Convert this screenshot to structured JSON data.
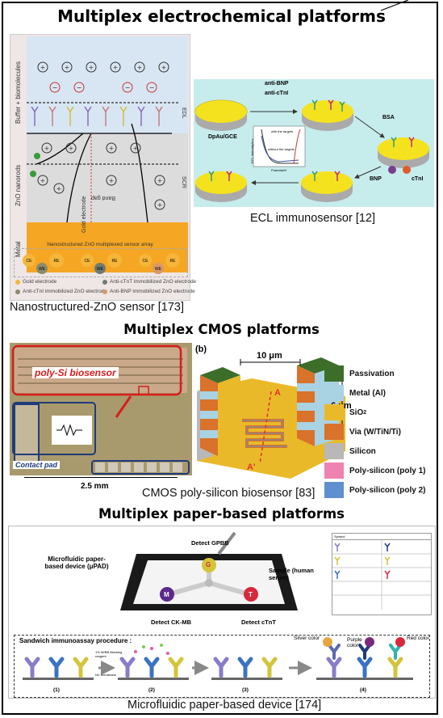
{
  "sections": {
    "electrochem_title": "Multiplex electrochemical platforms",
    "cmos_title": "Multiplex CMOS platforms",
    "paper_title": "Multiplex paper-based platforms"
  },
  "zno": {
    "caption": "Nanostructured-ZnO sensor [173]",
    "label_buffer": "Buffer + biomolecules",
    "label_zno": "ZnO nanorods",
    "label_metal": "Metal",
    "label_edl": "EDL",
    "label_scr": "SCR",
    "label_gold": "Gold electrode",
    "label_bandgap": "Band gap",
    "array_title": "Nanostructured ZnO multiplexed sensor array",
    "electrodes": [
      "CE",
      "WE",
      "RE"
    ],
    "legend": [
      "Gold electrode",
      "Anti-cTnT immobilized ZnO electrode",
      "Anti-cTnI immobilized ZnO electrode",
      "Anti-BNP immobilized ZnO electrode"
    ],
    "colors": {
      "bg": "#efe6e6",
      "metal": "#f5a623",
      "zno": "#dcdcdc",
      "buffer": "#d8e6f3"
    }
  },
  "ecl": {
    "caption": "ECL immunosensor [12]",
    "label_electrode": "DpAu/GCE",
    "label_anti_bnp": "anti-BNP",
    "label_anti_ctni": "anti-cTnI",
    "label_bsa": "BSA",
    "label_bnp": "BNP",
    "label_ctni": "cTnI",
    "plot_with": "with the targets",
    "plot_without": "without the targets",
    "plot_xlabel": "Potential/V",
    "plot_ylabel": "ECL Intensity/a.u.",
    "colors": {
      "bg": "#c7ecec",
      "disk": "#f4e21f"
    }
  },
  "cmos": {
    "caption": "CMOS poly-silicon biosensor [83]",
    "label_biosensor": "poly-Si biosensor",
    "label_pad": "Contact pad",
    "scale": "2.5 mm",
    "panel": "(b)",
    "dim_width": "10 μm",
    "dim_height": "6 μm",
    "cut_a": "A",
    "cut_a2": "A'",
    "legend": [
      {
        "label": "Passivation",
        "color": "#3c6e2a"
      },
      {
        "label": "Metal (Al)",
        "color": "#a9d2e3"
      },
      {
        "label": "SiO",
        "sub": "2",
        "color": "#eab92a"
      },
      {
        "label": "Via (W/TiN/Ti)",
        "color": "#d9722a"
      },
      {
        "label": "Silicon",
        "color": "#b8b8b8"
      },
      {
        "label": "Poly-silicon  (poly 1)",
        "color": "#ee82b0"
      },
      {
        "label": "Poly-silicon  (poly 2)",
        "color": "#5e8fce"
      }
    ]
  },
  "paper": {
    "caption": "Microfluidic paper-based device [174]",
    "device_label": "Microfluidic paper-based device (μPAD)",
    "detect_gpbb": "Detect GPBB",
    "detect_ckmb": "Detect CK-MB",
    "detect_ctnt": "Detect cTnT",
    "sample": "Sample (human serum)",
    "zones": [
      "G",
      "M",
      "T"
    ],
    "procedure_title": "Sandwich immunoassay procedure :",
    "steps": [
      "(1)",
      "(2)",
      "(3)",
      "(4)"
    ],
    "blocking": "1% W/BB Blocking reagent",
    "membrane": "NC membrane",
    "colors_out": [
      "Silver color",
      "Purple color",
      "Red color"
    ],
    "symbol_title": "Symbol"
  }
}
